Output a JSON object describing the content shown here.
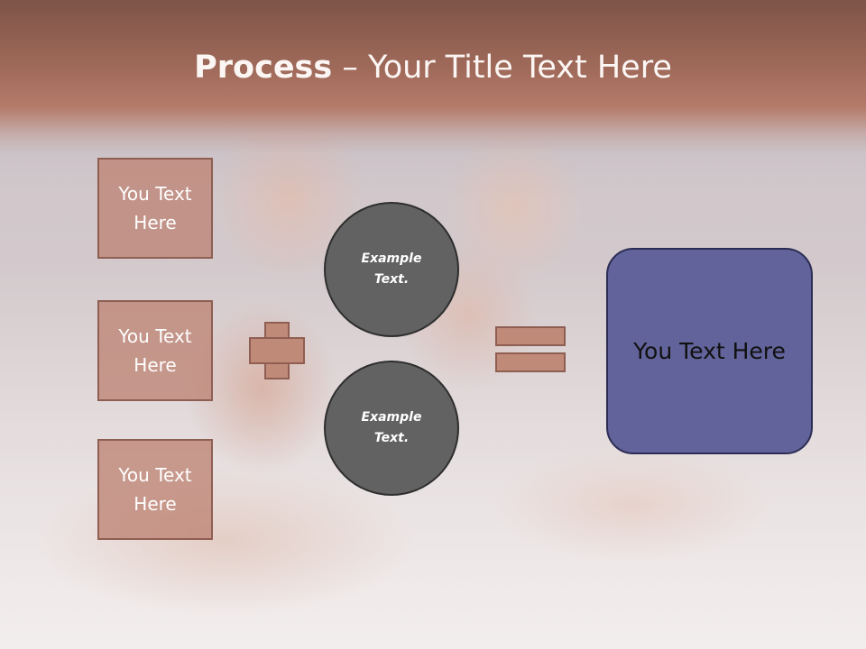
{
  "slide": {
    "title_bold": "Process",
    "title_rest": " – Your Title Text Here"
  },
  "left_boxes": [
    {
      "text": "You Text Here"
    },
    {
      "text": "You Text Here"
    },
    {
      "text": "You Text Here"
    }
  ],
  "circles": [
    {
      "text": "Example Text."
    },
    {
      "text": "Example Text."
    }
  ],
  "result": {
    "text": "You Text Here"
  },
  "colors": {
    "title_band": "#a06a5a",
    "box_fill": "#be8474",
    "circle_fill": "#636262",
    "result_fill": "#62639a"
  }
}
